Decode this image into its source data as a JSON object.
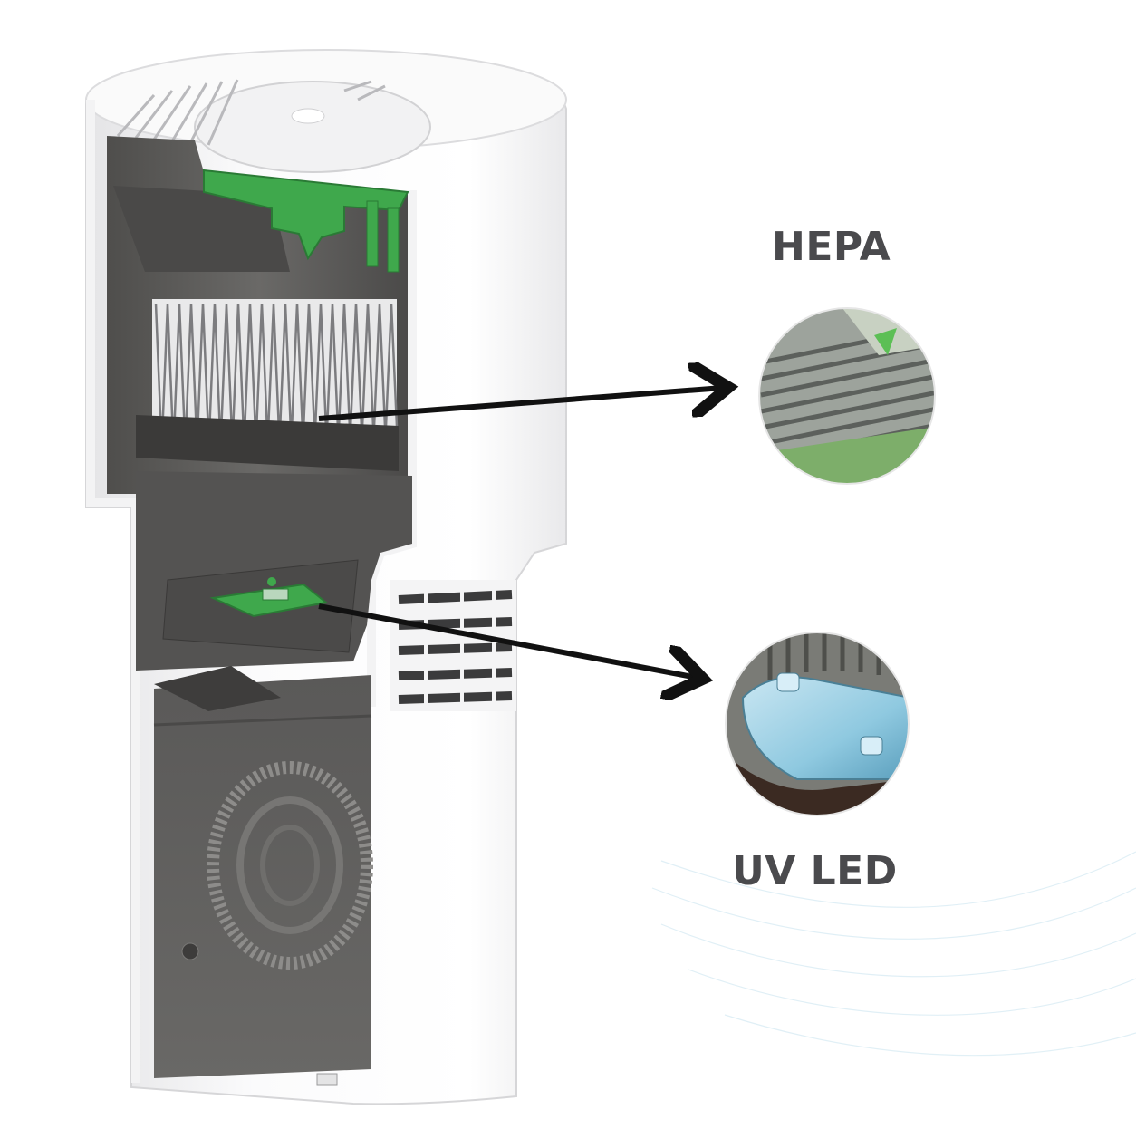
{
  "callouts": [
    {
      "id": "hepa",
      "label": "HEPA",
      "component": "hepa-filter"
    },
    {
      "id": "uv",
      "label": "UV LED",
      "component": "uv-led-board"
    }
  ],
  "colors": {
    "housing": "#f7f7f8",
    "interior": "#5f5e5c",
    "interior_dark": "#3c3b3a",
    "pcb_green": "#3fa84c",
    "arrow": "#111111",
    "label": "#4a4a4d"
  }
}
